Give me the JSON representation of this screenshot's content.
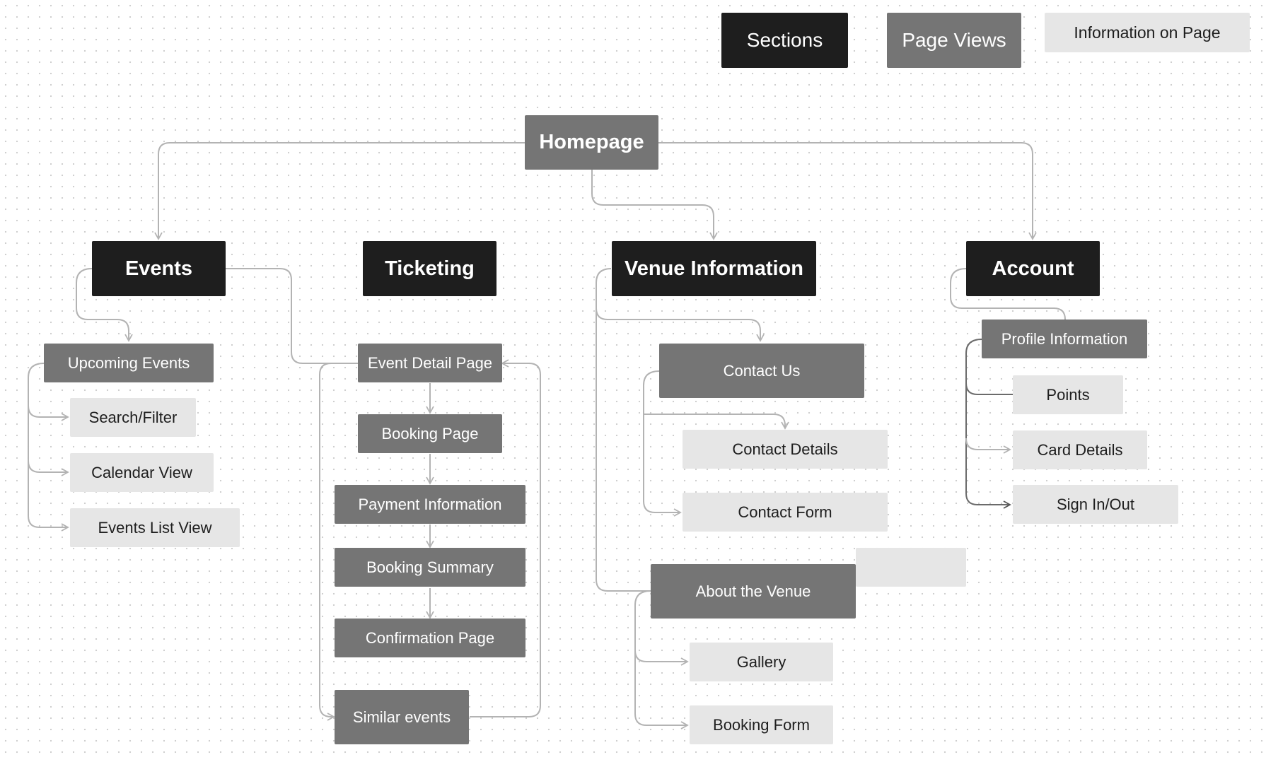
{
  "legend": {
    "sections": "Sections",
    "page_views": "Page Views",
    "information_on_page": "Information on Page"
  },
  "colors": {
    "section": "#1e1e1e",
    "page_view": "#757575",
    "information": "#e6e6e6",
    "connector": "#b3b3b3",
    "connector_dark": "#6b6b6b"
  },
  "homepage": "Homepage",
  "sections": {
    "events": "Events",
    "ticketing": "Ticketing",
    "venue_information": "Venue Information",
    "account": "Account"
  },
  "events": {
    "upcoming_events": "Upcoming Events",
    "search_filter": "Search/Filter",
    "calendar_view": "Calendar View",
    "events_list_view": "Events List View"
  },
  "ticketing": {
    "event_detail_page": "Event Detail Page",
    "booking_page": "Booking Page",
    "payment_information": "Payment Information",
    "booking_summary": "Booking Summary",
    "confirmation_page": "Confirmation Page",
    "similar_events": "Similar events"
  },
  "venue": {
    "contact_us": "Contact Us",
    "contact_details": "Contact Details",
    "contact_form": "Contact Form",
    "about_the_venue": "About the Venue",
    "gallery": "Gallery",
    "booking_form": "Booking Form"
  },
  "account": {
    "profile_information": "Profile Information",
    "points": "Points",
    "card_details": "Card Details",
    "sign_in_out": "Sign In/Out"
  }
}
